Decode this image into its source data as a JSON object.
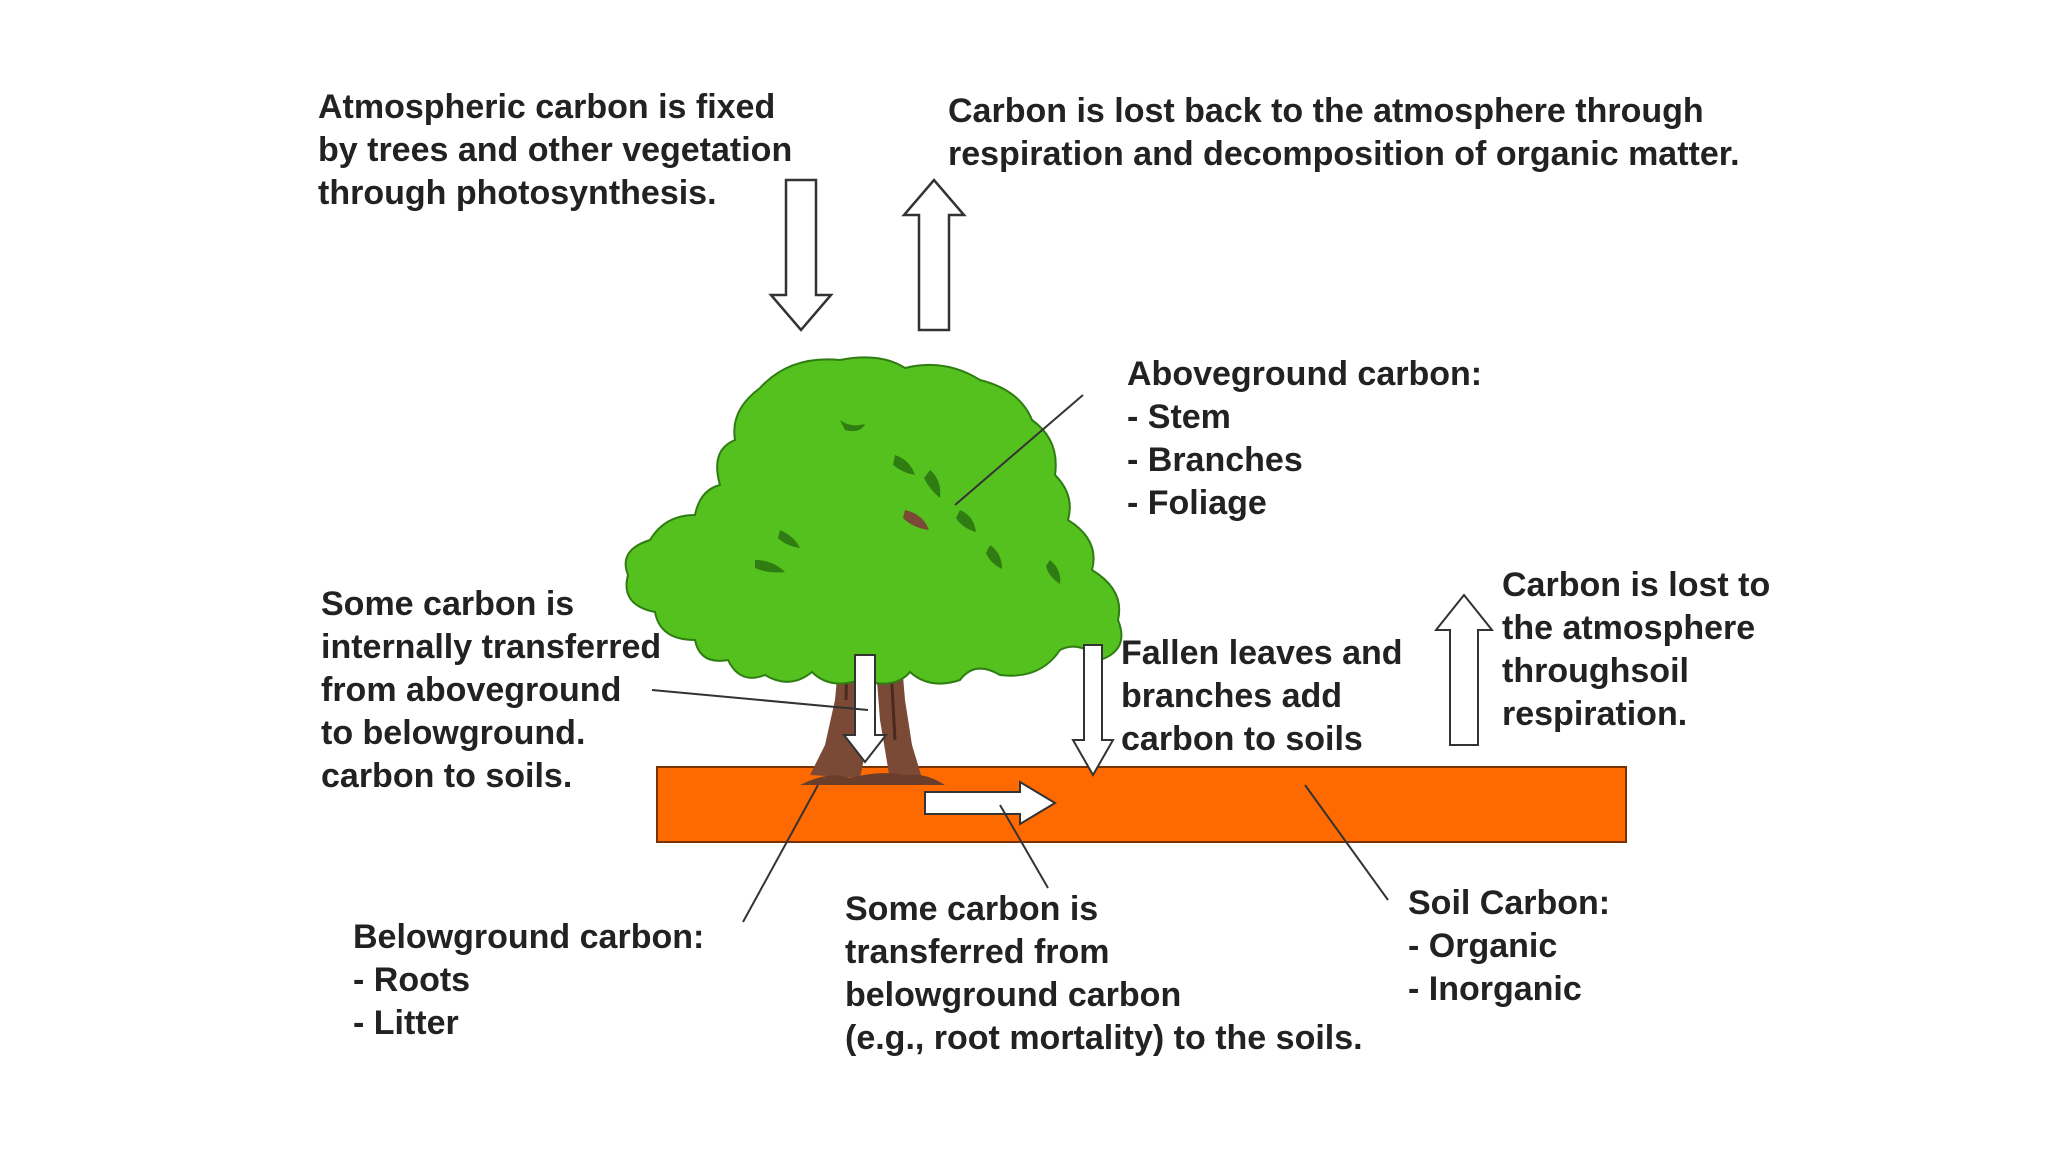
{
  "colors": {
    "foliage": "#55c11f",
    "foliage_dark": "#2f7d12",
    "trunk": "#7a4a36",
    "soil": "#ff6a00",
    "soil_border": "#7a3300",
    "arrow_fill": "#ffffff",
    "arrow_stroke": "#333333",
    "text": "#222222",
    "leader": "#333333"
  },
  "labels": {
    "atmospheric_fixed": [
      "Atmospheric carbon is fixed",
      "by trees and other vegetation",
      "through photosynthesis."
    ],
    "lost_respiration": [
      "Carbon is lost back to the atmosphere through",
      "respiration and decomposition of organic matter."
    ],
    "aboveground": [
      "Aboveground carbon:",
      "- Stem",
      "- Branches",
      "- Foliage"
    ],
    "internal_transfer": [
      "Some carbon is",
      "internally transferred",
      "from aboveground",
      "to belowground.",
      "carbon to soils."
    ],
    "fallen_leaves": [
      "Fallen leaves and",
      "branches add",
      "carbon to soils"
    ],
    "soil_respiration": [
      "Carbon is lost to",
      "the atmosphere",
      "throughsoil",
      "respiration."
    ],
    "belowground": [
      "Belowground carbon:",
      "- Roots",
      "- Litter"
    ],
    "belowground_transfer": [
      "Some carbon is",
      "transferred from",
      "belowground carbon",
      "(e.g., root mortality) to the soils."
    ],
    "soil_carbon": [
      "Soil Carbon:",
      "- Organic",
      "- Inorganic"
    ]
  }
}
